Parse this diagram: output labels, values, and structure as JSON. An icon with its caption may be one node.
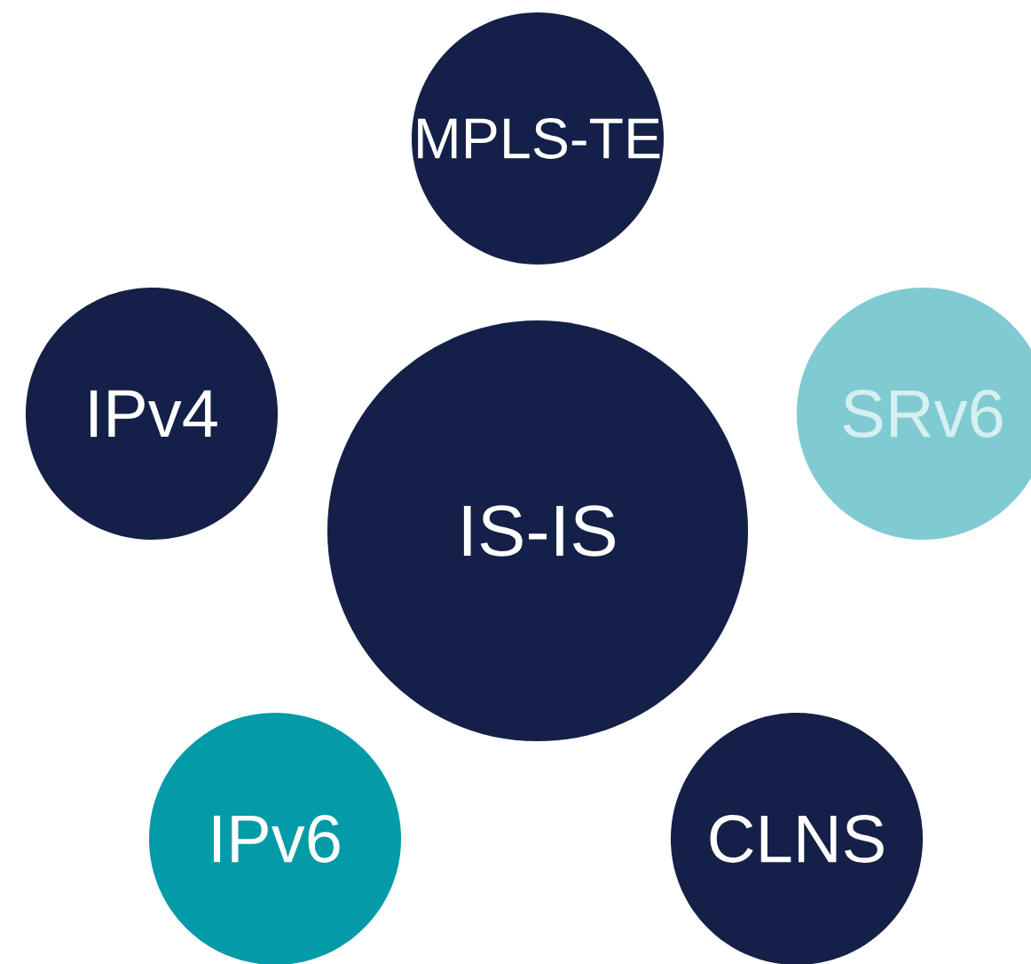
{
  "diagram": {
    "nodes": [
      {
        "text": [
          "MPLS-TE"
        ]
      },
      {
        "text": [
          "IPv4"
        ]
      },
      {
        "text": [
          "IS-IS"
        ]
      },
      {
        "text": [
          "SRv6"
        ]
      },
      {
        "text": [
          "IPv6"
        ]
      },
      {
        "text": [
          "CLNS"
        ]
      }
    ]
  }
}
